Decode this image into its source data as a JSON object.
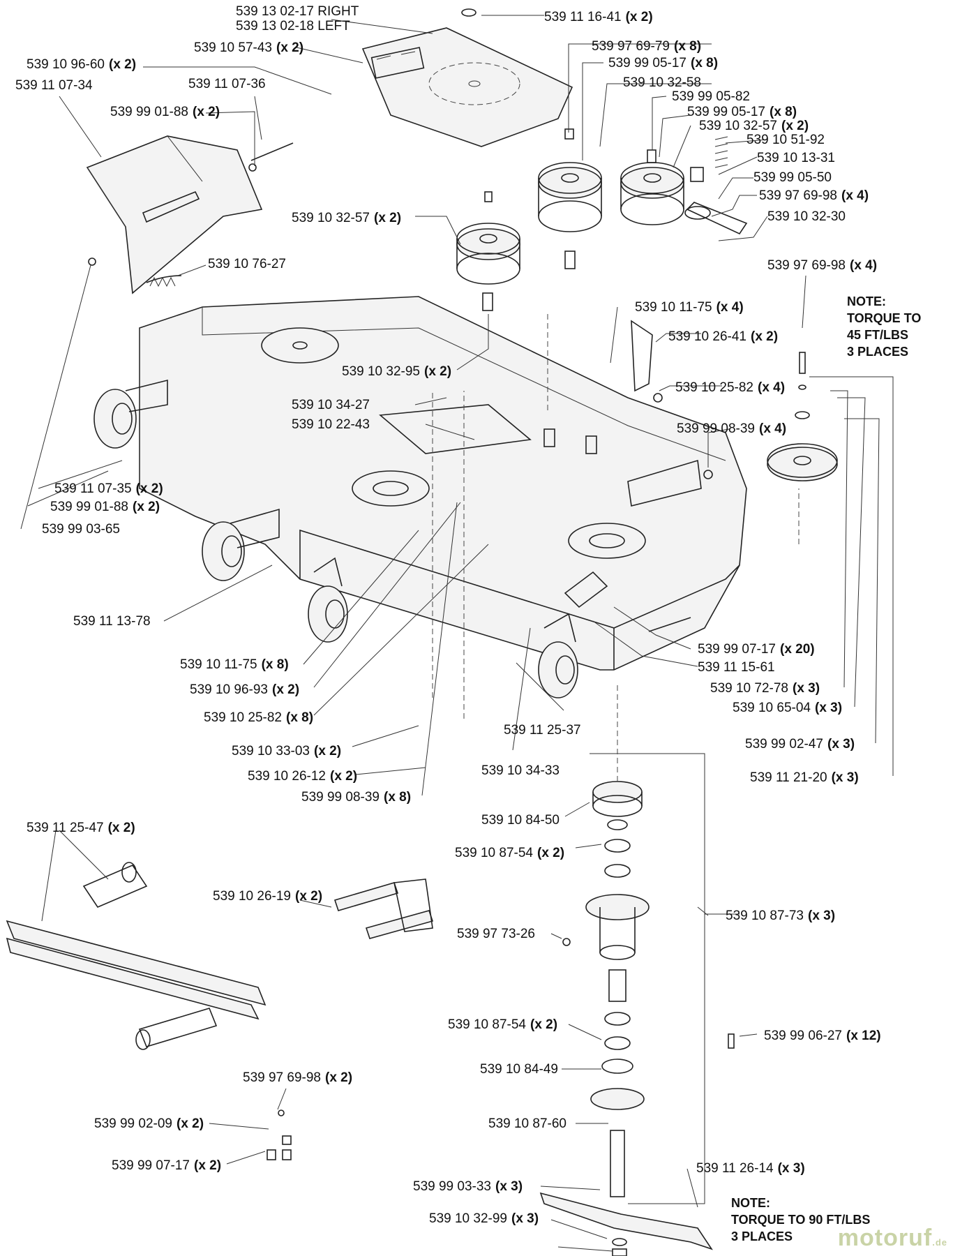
{
  "labels": [
    {
      "id": "l01",
      "text": "539 13 02-17 RIGHT",
      "qty": ""
    },
    {
      "id": "l02",
      "text": "539 13 02-18 LEFT",
      "qty": ""
    },
    {
      "id": "l03",
      "text": "539 11 16-41",
      "qty": "(x 2)"
    },
    {
      "id": "l04",
      "text": "539 10 57-43",
      "qty": "(x 2)"
    },
    {
      "id": "l05",
      "text": "539 10 96-60",
      "qty": "(x 2)"
    },
    {
      "id": "l06",
      "text": "539 11 07-34",
      "qty": ""
    },
    {
      "id": "l07",
      "text": "539 11 07-36",
      "qty": ""
    },
    {
      "id": "l08",
      "text": "539 99 01-88",
      "qty": "(x 2)"
    },
    {
      "id": "l09",
      "text": "539 97 69-79",
      "qty": "(x 8)"
    },
    {
      "id": "l10",
      "text": "539 99 05-17",
      "qty": "(x 8)"
    },
    {
      "id": "l11",
      "text": "539 10 32-58",
      "qty": ""
    },
    {
      "id": "l12",
      "text": "539 99 05-82",
      "qty": ""
    },
    {
      "id": "l13",
      "text": "539 99 05-17",
      "qty": "(x 8)"
    },
    {
      "id": "l14",
      "text": "539 10 32-57",
      "qty": "(x 2)"
    },
    {
      "id": "l15",
      "text": "539 10 51-92",
      "qty": ""
    },
    {
      "id": "l16",
      "text": "539 10 13-31",
      "qty": ""
    },
    {
      "id": "l17",
      "text": "539 99 05-50",
      "qty": ""
    },
    {
      "id": "l18",
      "text": "539 97 69-98",
      "qty": "(x 4)"
    },
    {
      "id": "l19",
      "text": "539 10 32-30",
      "qty": ""
    },
    {
      "id": "l20",
      "text": "539 10 32-57",
      "qty": "(x 2)"
    },
    {
      "id": "l21",
      "text": "539 10 76-27",
      "qty": ""
    },
    {
      "id": "l22",
      "text": "539 97 69-98",
      "qty": "(x 4)"
    },
    {
      "id": "l23",
      "text": "539 10 11-75",
      "qty": "(x 4)"
    },
    {
      "id": "l24",
      "text": "539 10 26-41",
      "qty": "(x 2)"
    },
    {
      "id": "l25",
      "text": "539 10 32-95",
      "qty": "(x 2)"
    },
    {
      "id": "l26",
      "text": "539 10 25-82",
      "qty": "(x 4)"
    },
    {
      "id": "l27",
      "text": "539 10 34-27",
      "qty": ""
    },
    {
      "id": "l28",
      "text": "539 10 22-43",
      "qty": ""
    },
    {
      "id": "l29",
      "text": "539 99 08-39",
      "qty": "(x 4)"
    },
    {
      "id": "l30",
      "text": "539 11 07-35",
      "qty": "(x 2)"
    },
    {
      "id": "l31",
      "text": "539 99 01-88",
      "qty": "(x 2)"
    },
    {
      "id": "l32",
      "text": "539 99 03-65",
      "qty": ""
    },
    {
      "id": "l33",
      "text": "539 11 13-78",
      "qty": ""
    },
    {
      "id": "l34",
      "text": "539 99 07-17",
      "qty": "(x 20)"
    },
    {
      "id": "l35",
      "text": "539 11 15-61",
      "qty": ""
    },
    {
      "id": "l36",
      "text": "539 10 11-75",
      "qty": "(x 8)"
    },
    {
      "id": "l37",
      "text": "539 10 72-78",
      "qty": "(x 3)"
    },
    {
      "id": "l38",
      "text": "539 10 96-93",
      "qty": "(x 2)"
    },
    {
      "id": "l39",
      "text": "539 10 65-04",
      "qty": "(x 3)"
    },
    {
      "id": "l40",
      "text": "539 10 25-82",
      "qty": "(x 8)"
    },
    {
      "id": "l41",
      "text": "539 11 25-37",
      "qty": ""
    },
    {
      "id": "l42",
      "text": "539 99 02-47",
      "qty": "(x 3)"
    },
    {
      "id": "l43",
      "text": "539 10 33-03",
      "qty": "(x 2)"
    },
    {
      "id": "l44",
      "text": "539 10 26-12",
      "qty": "(x 2)"
    },
    {
      "id": "l45",
      "text": "539 10 34-33",
      "qty": ""
    },
    {
      "id": "l46",
      "text": "539 11 21-20",
      "qty": "(x 3)"
    },
    {
      "id": "l47",
      "text": "539 99 08-39",
      "qty": "(x 8)"
    },
    {
      "id": "l48",
      "text": "539 10 84-50",
      "qty": ""
    },
    {
      "id": "l49",
      "text": "539 11 25-47",
      "qty": "(x 2)"
    },
    {
      "id": "l50",
      "text": "539 10 87-54",
      "qty": "(x 2)"
    },
    {
      "id": "l51",
      "text": "539 10 26-19",
      "qty": "(x 2)"
    },
    {
      "id": "l52",
      "text": "539 10 87-73",
      "qty": "(x 3)"
    },
    {
      "id": "l53",
      "text": "539 97 73-26",
      "qty": ""
    },
    {
      "id": "l54",
      "text": "539 10 87-54",
      "qty": "(x 2)"
    },
    {
      "id": "l55",
      "text": "539 99 06-27",
      "qty": "(x 12)"
    },
    {
      "id": "l56",
      "text": "539 10 84-49",
      "qty": ""
    },
    {
      "id": "l57",
      "text": "539 97 69-98",
      "qty": "(x 2)"
    },
    {
      "id": "l58",
      "text": "539 99 02-09",
      "qty": "(x 2)"
    },
    {
      "id": "l59",
      "text": "539 10 87-60",
      "qty": ""
    },
    {
      "id": "l60",
      "text": "539 99 07-17",
      "qty": "(x 2)"
    },
    {
      "id": "l61",
      "text": "539 11 26-14",
      "qty": "(x 3)"
    },
    {
      "id": "l62",
      "text": "539 99 03-33",
      "qty": "(x 3)"
    },
    {
      "id": "l63",
      "text": "539 10 32-99",
      "qty": "(x 3)"
    }
  ],
  "notes": {
    "torque_45": {
      "line1": "NOTE:",
      "line2": "TORQUE TO",
      "line3": "45 FT/LBS",
      "line4": "3 PLACES"
    },
    "torque_90": {
      "line1": "NOTE:",
      "line2": "TORQUE TO 90 FT/LBS",
      "line3": "3 PLACES"
    }
  },
  "watermark": {
    "brand": "motoruf",
    "tld": ".de",
    "color": "#c9d3a6"
  }
}
